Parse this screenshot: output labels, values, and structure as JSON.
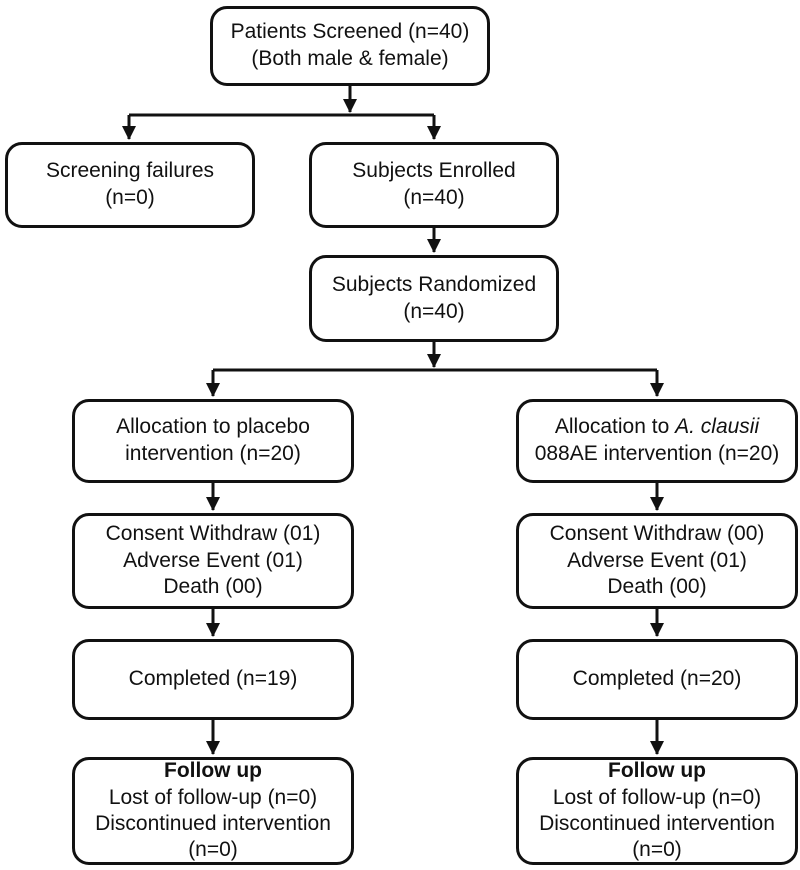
{
  "figure": {
    "type": "flowchart",
    "description_colors": {
      "line": "#111111",
      "background": "#ffffff"
    },
    "nodes": {
      "screened": {
        "line1": "Patients Screened (n=40)",
        "line2": "(Both male & female)"
      },
      "screening_failures": {
        "line1": "Screening failures",
        "line2": "(n=0)"
      },
      "enrolled": {
        "line1": "Subjects Enrolled",
        "line2": "(n=40)"
      },
      "randomized": {
        "line1": "Subjects Randomized",
        "line2": "(n=40)"
      },
      "placebo_allocation": {
        "line1": "Allocation to placebo",
        "line2": "intervention (n=20)"
      },
      "clausii_allocation": {
        "line1_prefix": "Allocation to ",
        "line1_italic": "A. clausii",
        "line2": "088AE intervention (n=20)"
      },
      "placebo_withdrawals": {
        "line1": "Consent Withdraw (01)",
        "line2": "Adverse Event (01)",
        "line3": "Death (00)"
      },
      "clausii_withdrawals": {
        "line1": "Consent Withdraw (00)",
        "line2": "Adverse Event (01)",
        "line3": "Death (00)"
      },
      "placebo_completed": {
        "line1": "Completed (n=19)"
      },
      "clausii_completed": {
        "line1": "Completed (n=20)"
      },
      "placebo_followup": {
        "title": "Follow up",
        "line1": "Lost of follow-up (n=0)",
        "line2": "Discontinued intervention",
        "line3": "(n=0)"
      },
      "clausii_followup": {
        "title": "Follow up",
        "line1": "Lost of follow-up (n=0)",
        "line2": "Discontinued intervention",
        "line3": "(n=0)"
      }
    },
    "edges": [
      {
        "from": "screened",
        "to": "screening_failures"
      },
      {
        "from": "screened",
        "to": "enrolled"
      },
      {
        "from": "enrolled",
        "to": "randomized"
      },
      {
        "from": "randomized",
        "to": "placebo_allocation"
      },
      {
        "from": "randomized",
        "to": "clausii_allocation"
      },
      {
        "from": "placebo_allocation",
        "to": "placebo_withdrawals"
      },
      {
        "from": "clausii_allocation",
        "to": "clausii_withdrawals"
      },
      {
        "from": "placebo_withdrawals",
        "to": "placebo_completed"
      },
      {
        "from": "clausii_withdrawals",
        "to": "clausii_completed"
      },
      {
        "from": "placebo_completed",
        "to": "placebo_followup"
      },
      {
        "from": "clausii_completed",
        "to": "clausii_followup"
      }
    ]
  }
}
